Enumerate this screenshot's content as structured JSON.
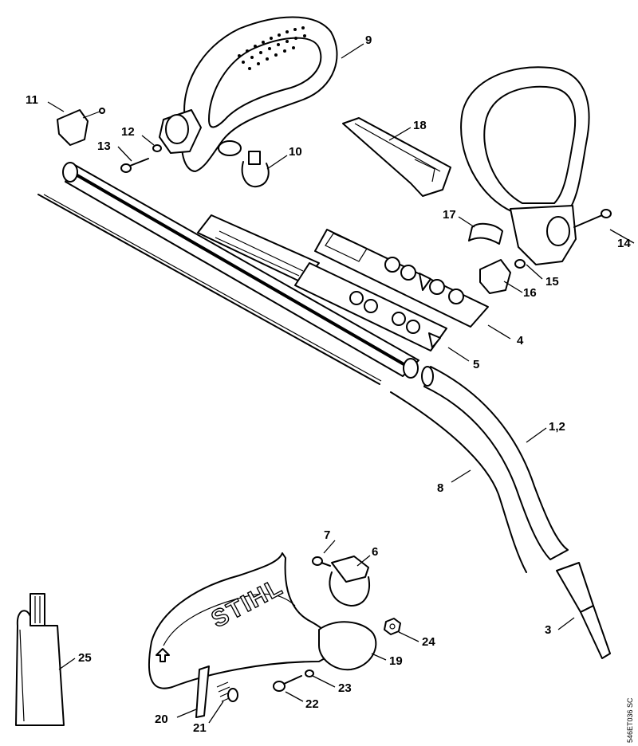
{
  "diagram": {
    "callouts": {
      "p1_2": "1,2",
      "p3": "3",
      "p4": "4",
      "p5": "5",
      "p6": "6",
      "p7": "7",
      "p8": "8",
      "p9": "9",
      "p10": "10",
      "p11": "11",
      "p12": "12",
      "p13": "13",
      "p14": "14",
      "p15": "15",
      "p16": "16",
      "p17": "17",
      "p18": "18",
      "p19": "19",
      "p20": "20",
      "p21": "21",
      "p22": "22",
      "p23": "23",
      "p24": "24",
      "p25": "25"
    },
    "brand_text": "STIHL",
    "reference_code": "546ET036 SC"
  }
}
